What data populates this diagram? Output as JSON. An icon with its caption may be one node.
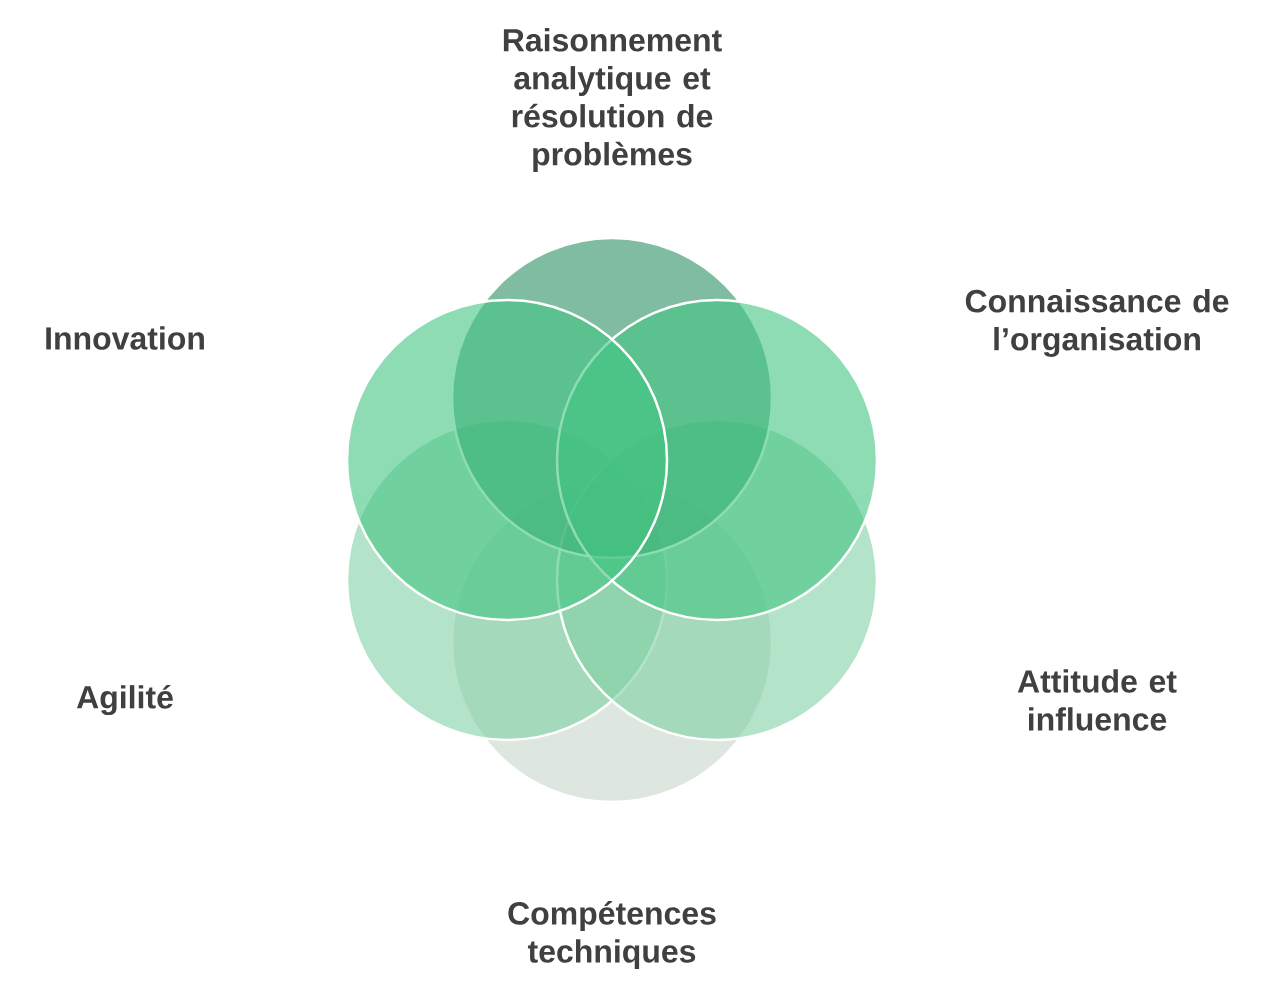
{
  "diagram": {
    "nodes": [
      {
        "text": [],
        "shape": "circle"
      },
      {
        "text": [],
        "shape": "circle"
      },
      {
        "text": [],
        "shape": "circle"
      },
      {
        "text": [],
        "shape": "circle"
      },
      {
        "text": [],
        "shape": "circle"
      },
      {
        "text": [],
        "shape": "circle"
      }
    ],
    "labels": [
      "Raisonnement analytique et résolution de problèmes",
      "Innovation",
      "Connaissance de l’organisation",
      "Agilité",
      "Attitude et influence",
      "Compétences techniques"
    ]
  }
}
